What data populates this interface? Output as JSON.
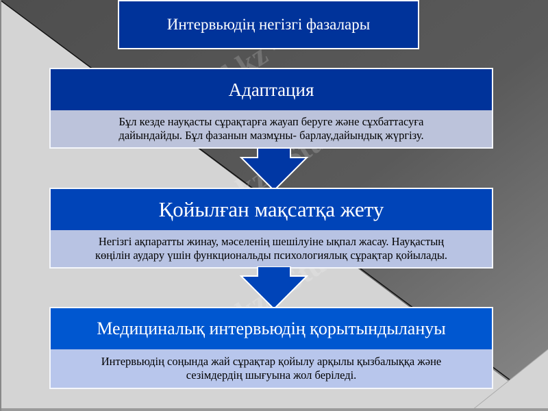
{
  "title": "Интервьюдің негізгі фазалары",
  "phases": [
    {
      "heading": "Адаптация",
      "body_line1": "Бұл кезде науқасты  сұрақтарға жауап беруге және сұхбаттасуға",
      "body_line2": "дайындайды. Бұл фазанын мазмұны- барлау,дайындық жүргізу.",
      "head_color": "#00339a",
      "body_color": "#bcc3db"
    },
    {
      "heading": "Қойылған мақсатқа жету",
      "body_line1": "Негізгі ақпаратты жинау, мәселенің  шешілуіне ықпал жасау. Науқастың",
      "body_line2": "көңілін аудару үшін функциональды психологиялық сұрақтар қойылады.",
      "head_color": "#0044b8",
      "body_color": "#b8c3e3"
    },
    {
      "heading": "Медициналық интервьюдің қорытындылануы",
      "body_line1": "Интервьюдің соңында жай сұрақтар қойылу арқылы  қызбалыққа және",
      "body_line2": "сезімдердің шығуына жол беріледі.",
      "head_color": "#0057d0",
      "body_color": "#b8c6ec"
    }
  ],
  "watermark": "Stud.kz - Stud.kz",
  "colors": {
    "bg_light": "#d4d4d4",
    "bg_dark": "#505050",
    "arrow": "#0040aa"
  }
}
